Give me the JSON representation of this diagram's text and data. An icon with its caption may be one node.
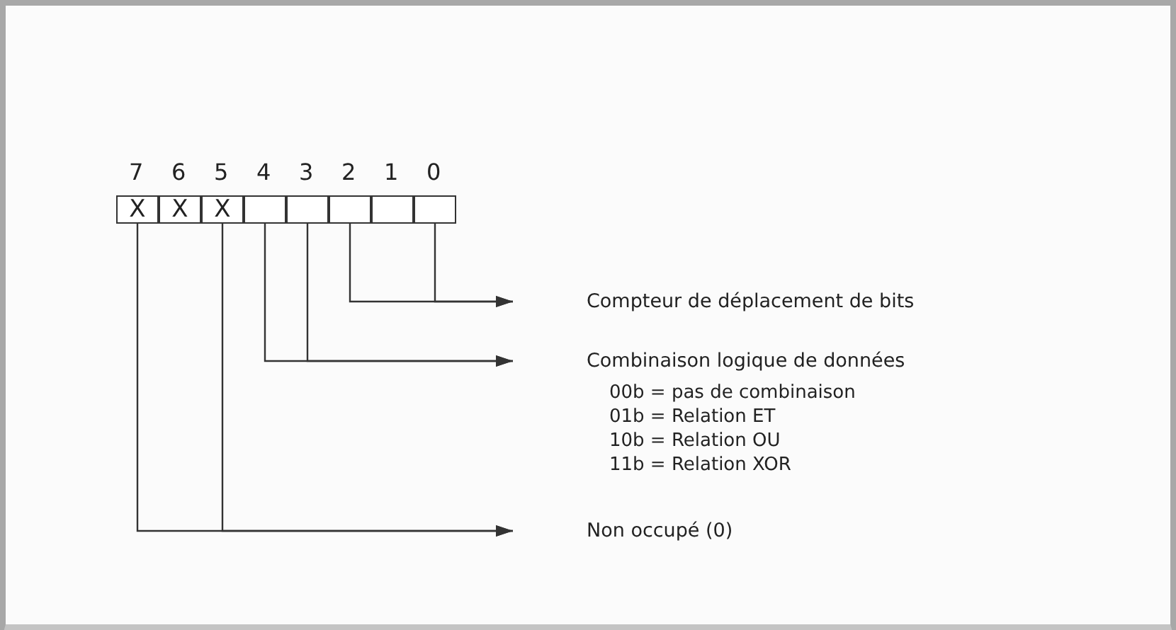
{
  "diagram": {
    "nodes": [
      {
        "text": [
          "X"
        ]
      },
      {
        "text": [
          "X"
        ]
      },
      {
        "text": [
          "X"
        ]
      },
      {
        "text": [],
        "shape": "box"
      },
      {
        "text": [],
        "shape": "box"
      },
      {
        "text": [],
        "shape": "box"
      },
      {
        "text": [],
        "shape": "box"
      },
      {
        "text": [],
        "shape": "box"
      },
      {
        "text": [
          "Compteur de déplacement de bits"
        ]
      },
      {
        "text": [
          "Combinaison logique de données"
        ]
      },
      {
        "text": [
          "Non occupé (0)"
        ]
      }
    ],
    "edges": [
      {
        "from": 5,
        "to": 8,
        "arrow": "to"
      },
      {
        "from": 7,
        "to": 8,
        "arrow": "to"
      },
      {
        "from": 3,
        "to": 9,
        "arrow": "to"
      },
      {
        "from": 4,
        "to": 9,
        "arrow": "to"
      },
      {
        "from": 0,
        "to": 10,
        "arrow": "to"
      },
      {
        "from": 2,
        "to": 10,
        "arrow": "to"
      }
    ],
    "labels": [
      "7",
      "6",
      "5",
      "4",
      "3",
      "2",
      "1",
      "0",
      "00b = pas de combinaison",
      "01b = Relation ET",
      "10b = Relation OU",
      "11b = Relation XOR"
    ]
  }
}
